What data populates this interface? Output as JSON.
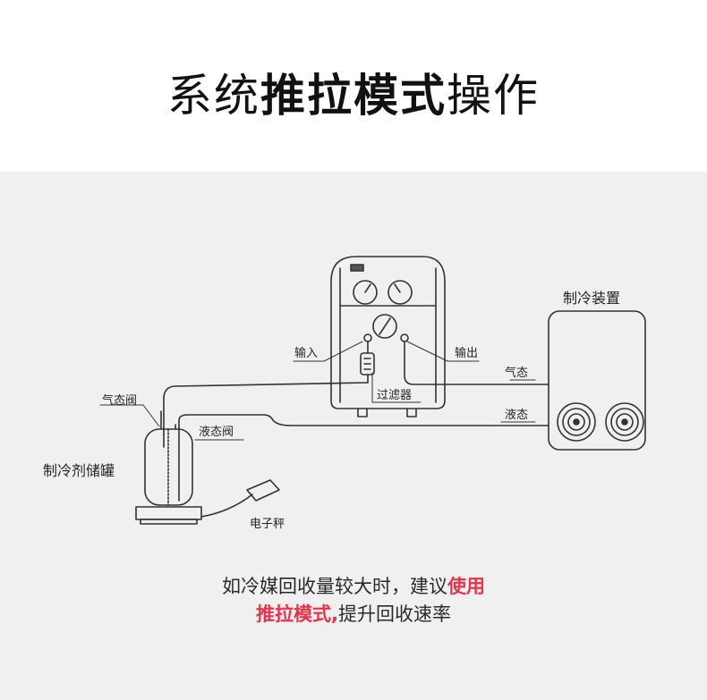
{
  "title": {
    "part1": "系统",
    "part2": "推拉模式",
    "part3": "操作"
  },
  "diagram": {
    "labels": {
      "input": "输入",
      "output": "输出",
      "filter": "过滤器",
      "refrigeration_unit": "制冷装置",
      "gas_state": "气态",
      "liquid_state": "液态",
      "gas_valve": "气态阀",
      "liquid_valve": "液态阀",
      "refrigerant_tank": "制冷剂储罐",
      "scale": "电子秤"
    }
  },
  "caption": {
    "line1_normal": "如冷媒回收量较大时，建议",
    "line1_highlight": "使用",
    "line2_highlight": "推拉模式,",
    "line2_normal": "提升回收速率"
  },
  "colors": {
    "highlight": "#e8334a",
    "panel_bg": "#f0f0f0"
  }
}
